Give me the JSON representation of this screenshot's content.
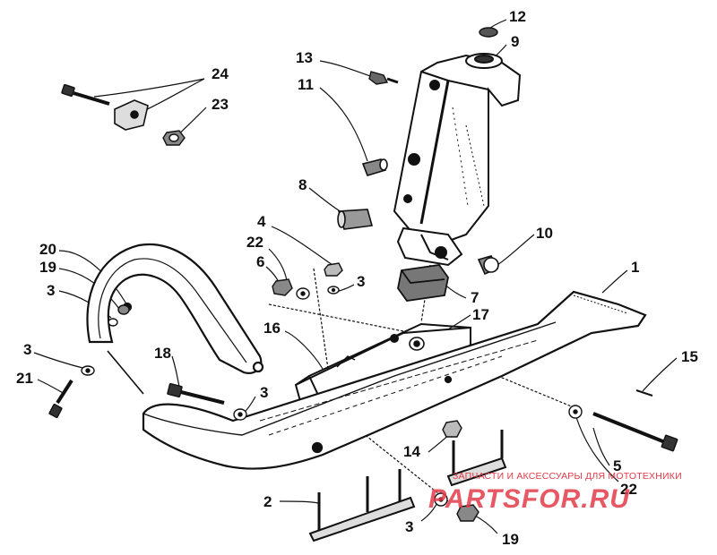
{
  "colors": {
    "ink": "#111111",
    "paper": "#ffffff",
    "watermark": "#e23b4a"
  },
  "parts": [
    "1",
    "2",
    "3",
    "4",
    "5",
    "6",
    "7",
    "8",
    "9",
    "10",
    "11",
    "12",
    "13",
    "14",
    "15",
    "16",
    "17",
    "18",
    "19",
    "20",
    "21",
    "22",
    "23",
    "24"
  ],
  "callouts": {
    "c24": "24",
    "c23": "23",
    "c13": "13",
    "c11": "11",
    "c12": "12",
    "c9": "9",
    "c8": "8",
    "c4": "4",
    "c22a": "22",
    "c6": "6",
    "c3a": "3",
    "c10": "10",
    "c7": "7",
    "c1": "1",
    "c20": "20",
    "c19a": "19",
    "c3b": "3",
    "c16": "16",
    "c17": "17",
    "c3c": "3",
    "c21": "21",
    "c18": "18",
    "c3d": "3",
    "c15": "15",
    "c14": "14",
    "c5": "5",
    "c22b": "22",
    "c2": "2",
    "c3e": "3",
    "c19b": "19"
  },
  "watermark": {
    "subtitle": "ЗАПЧАСТИ И АКСЕССУАРЫ ДЛЯ МОТОТЕХНИКИ",
    "logo_text": "PARTSFOR.RU"
  }
}
